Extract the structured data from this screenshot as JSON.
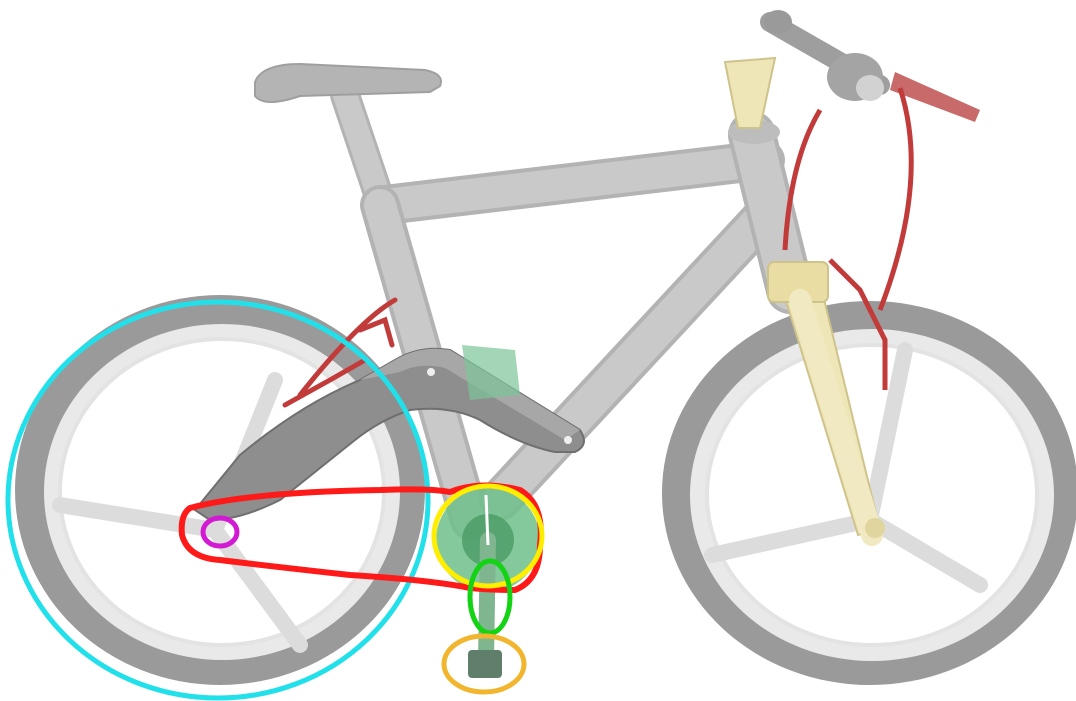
{
  "figure": {
    "subject": "bicycle-drivetrain-diagram",
    "colors": {
      "frame": "#c9c9c9",
      "frame_shade": "#a9a9a9",
      "tire": "#8f8f8f",
      "fork": "#efe6b8",
      "brake_cable": "#c23b3b",
      "chainring": "#6fbf8a",
      "rear_wheel_circle": "#22e0ea",
      "chain_loop": "#ff1a1a",
      "rear_hub_circle": "#d21ad2",
      "crank_circle": "#ffee00",
      "crank_arm_ellipse": "#14d214",
      "pedal_ellipse": "#f2b52e"
    },
    "highlights": [
      {
        "name": "rear-wheel",
        "color_key": "rear_wheel_circle"
      },
      {
        "name": "chain",
        "color_key": "chain_loop"
      },
      {
        "name": "rear-hub",
        "color_key": "rear_hub_circle"
      },
      {
        "name": "crankset",
        "color_key": "crank_circle"
      },
      {
        "name": "crank-arm",
        "color_key": "crank_arm_ellipse"
      },
      {
        "name": "pedal",
        "color_key": "pedal_ellipse"
      }
    ]
  }
}
